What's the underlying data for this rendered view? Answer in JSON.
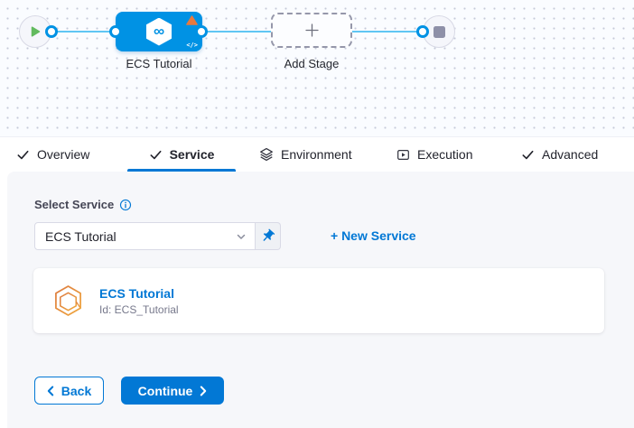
{
  "canvas": {
    "stage_name": "ECS Tutorial",
    "add_stage_label": "Add Stage",
    "code_glyph": "</>",
    "infinity_glyph": "∞"
  },
  "tabs": [
    {
      "label": "Overview",
      "icon": "check-icon",
      "active": false
    },
    {
      "label": "Service",
      "icon": "check-icon",
      "active": true
    },
    {
      "label": "Environment",
      "icon": "layers-icon",
      "active": false
    },
    {
      "label": "Execution",
      "icon": "play-box-icon",
      "active": false
    },
    {
      "label": "Advanced",
      "icon": "check-icon",
      "active": false
    }
  ],
  "form": {
    "select_service_label": "Select Service",
    "service_value": "ECS Tutorial",
    "new_service": "+ New Service"
  },
  "card": {
    "title": "ECS Tutorial",
    "id_line": "Id: ECS_Tutorial"
  },
  "footer": {
    "back": "Back",
    "continue": "Continue"
  },
  "colors": {
    "primary": "#0278d5",
    "node_blue": "#0092e4",
    "connector_line": "#5fc6f3",
    "warning_orange": "#e8793e",
    "service_icon_orange": "#dd7b3f",
    "play_green": "#62ba5e",
    "stop_gray": "#8e90a8",
    "canvas_bg": "#fafcff",
    "panel_bg": "#f6f7fa"
  }
}
